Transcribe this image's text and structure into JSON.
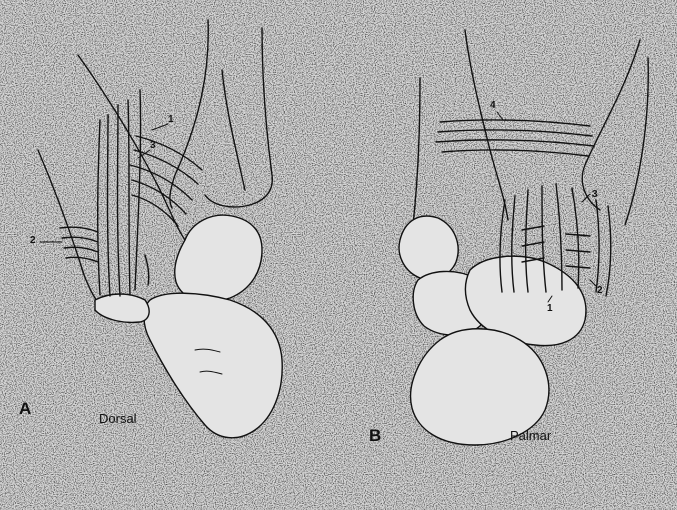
{
  "figure": {
    "panels": [
      {
        "letter": "A",
        "view": "Dorsal",
        "numbers": [
          "1",
          "2",
          "3"
        ]
      },
      {
        "letter": "B",
        "view": "Palmar",
        "numbers": [
          "1",
          "2",
          "3",
          "4"
        ]
      }
    ],
    "colors": {
      "background": "#cfcfcf",
      "ink": "#111111",
      "bone_fill": "#e4e4e4"
    }
  }
}
